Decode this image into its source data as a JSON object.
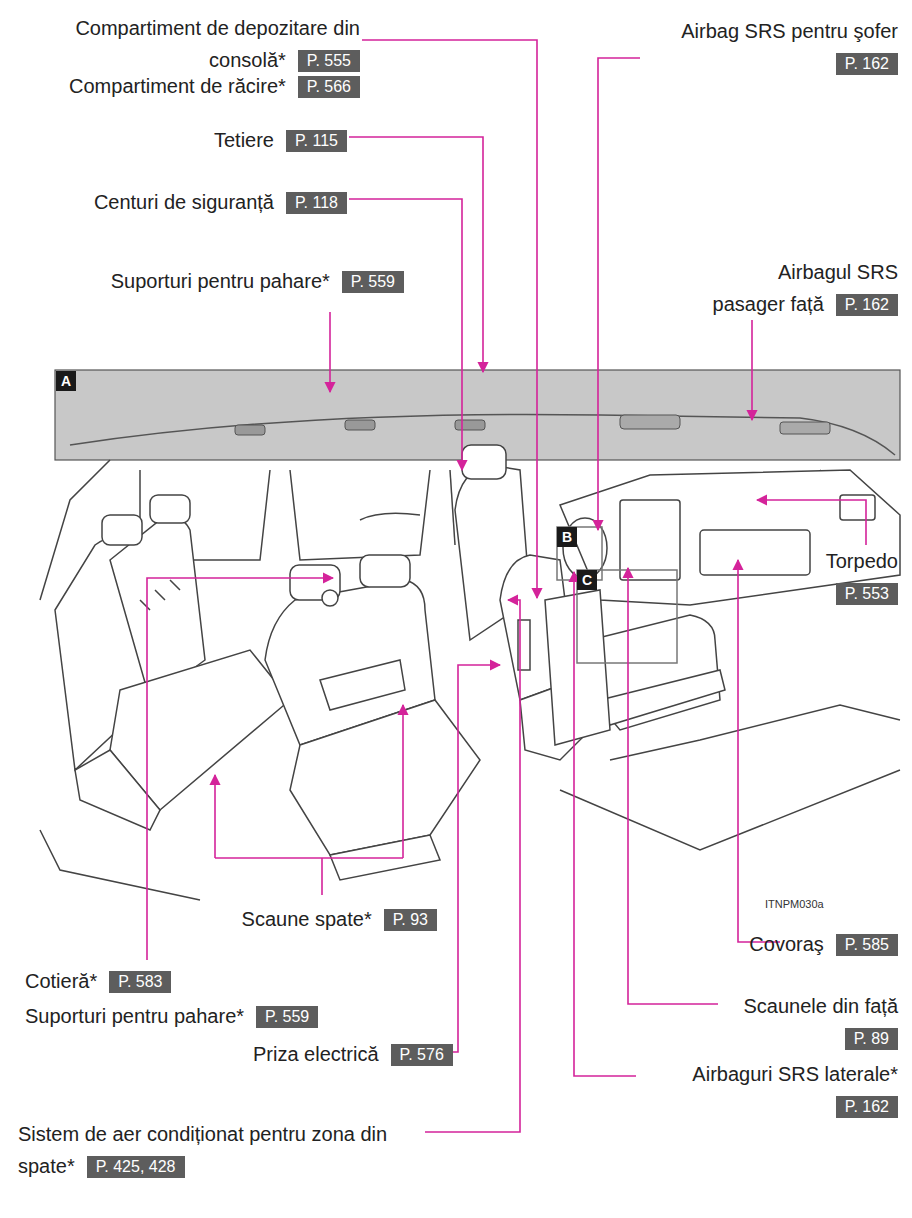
{
  "diagram": {
    "nodes": [
      {
        "text": [
          "Compartiment de depozitare din consolă*",
          "P. 555"
        ]
      },
      {
        "text": [
          "Compartiment de răcire*",
          "P. 566"
        ]
      },
      {
        "text": [
          "Airbag SRS pentru şofer",
          "P. 162"
        ]
      },
      {
        "text": [
          "Tetiere",
          "P. 115"
        ]
      },
      {
        "text": [
          "Centuri de siguranță",
          "P. 118"
        ]
      },
      {
        "text": [
          "Suporturi pentru pahare*",
          "P. 559"
        ]
      },
      {
        "text": [
          "Airbagul SRS pasager față",
          "P. 162"
        ]
      },
      {
        "text": [
          "A"
        ]
      },
      {
        "text": [
          "B"
        ]
      },
      {
        "text": [
          "C"
        ]
      },
      {
        "text": [
          "Torpedo",
          "P. 553"
        ]
      },
      {
        "text": [
          "Scaune spate*",
          "P. 93"
        ]
      },
      {
        "text": [
          "Covoraş",
          "P. 585"
        ]
      },
      {
        "text": [
          "Cotieră*",
          "P. 583"
        ]
      },
      {
        "text": [
          "Suporturi pentru pahare*",
          "P. 559"
        ]
      },
      {
        "text": [
          "Scaunele din față",
          "P. 89"
        ]
      },
      {
        "text": [
          "Priza electrică",
          "P. 576"
        ]
      },
      {
        "text": [
          "Airbaguri SRS laterale*",
          "P. 162"
        ]
      },
      {
        "text": [
          "Sistem de aer condiționat pentru zona din spate*",
          "P. 425, 428"
        ]
      }
    ],
    "labels": [
      "ITNPM030a"
    ]
  }
}
